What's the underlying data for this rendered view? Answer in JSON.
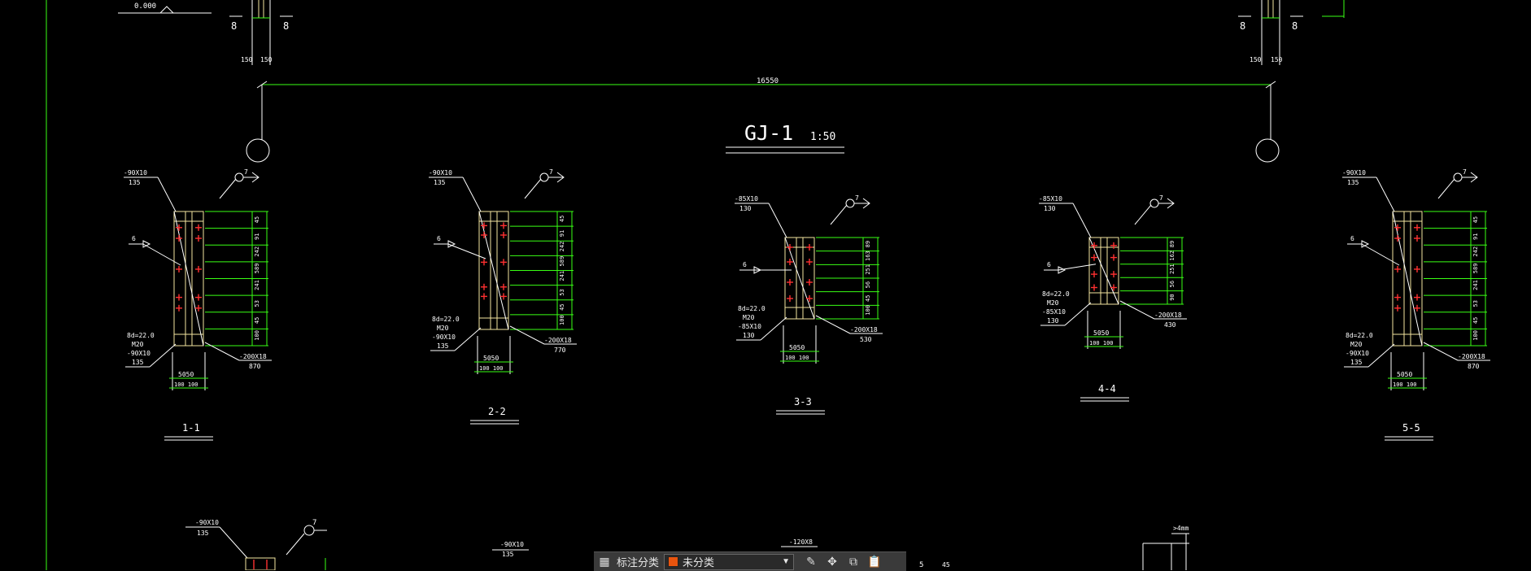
{
  "drawing": {
    "title": "GJ-1",
    "scale": "1:50",
    "top_level": "0.000",
    "span": "16550",
    "sec_marks": [
      "8",
      "8"
    ],
    "dims_top": [
      "150",
      "150"
    ]
  },
  "sections": [
    {
      "id": "1-1",
      "tl": "-90X10",
      "tl2": "135",
      "bl": "-90X10",
      "bl2": "135",
      "br": "-200X18",
      "br2": "870",
      "bolt": "8d=22.0",
      "bolt2": "M20",
      "w1": "5050",
      "w2": "100 100",
      "dims": [
        "45",
        "91",
        "242",
        "589",
        "241",
        "53",
        "45",
        "100"
      ]
    },
    {
      "id": "2-2",
      "tl": "-90X10",
      "tl2": "135",
      "bl": "-90X10",
      "bl2": "135",
      "br": "-200X18",
      "br2": "770",
      "bolt": "8d=22.0",
      "bolt2": "M20",
      "w1": "5050",
      "w2": "100 100",
      "dims": [
        "45",
        "91",
        "242",
        "589",
        "241",
        "53",
        "45",
        "100"
      ]
    },
    {
      "id": "3-3",
      "tl": "-85X10",
      "tl2": "130",
      "bl": "-85X10",
      "bl2": "130",
      "br": "-200X18",
      "br2": "530",
      "bolt": "8d=22.0",
      "bolt2": "M20",
      "w1": "5050",
      "w2": "100 100",
      "dims": [
        "89",
        "163",
        "251",
        "56",
        "45",
        "100"
      ]
    },
    {
      "id": "4-4",
      "tl": "-85X10",
      "tl2": "130",
      "bl": "-85X10",
      "bl2": "130",
      "br": "-200X18",
      "br2": "430",
      "bolt": "8d=22.0",
      "bolt2": "M20",
      "w1": "5050",
      "w2": "100 100",
      "dims": [
        "89",
        "162",
        "251",
        "56",
        "90"
      ]
    },
    {
      "id": "5-5",
      "tl": "-90X10",
      "tl2": "135",
      "bl": "-90X10",
      "bl2": "135",
      "br": "-200X18",
      "br2": "870",
      "bolt": "8d=22.0",
      "bolt2": "M20",
      "w1": "5050",
      "w2": "100 100",
      "dims": [
        "45",
        "91",
        "242",
        "589",
        "241",
        "53",
        "45",
        "100"
      ]
    }
  ],
  "weld_numbers": [
    "7",
    "7",
    "6",
    "6"
  ],
  "bottom_labels": {
    "a1": "-90X10",
    "a2": "135",
    "b1": "-90X10",
    "b2": "135",
    "c1": "-120X8",
    "d": "5",
    "e": "45",
    "f": ">4mm"
  },
  "toolbar": {
    "category_label": "标注分类",
    "category_value": "未分类",
    "category_color": "#e8540e"
  }
}
